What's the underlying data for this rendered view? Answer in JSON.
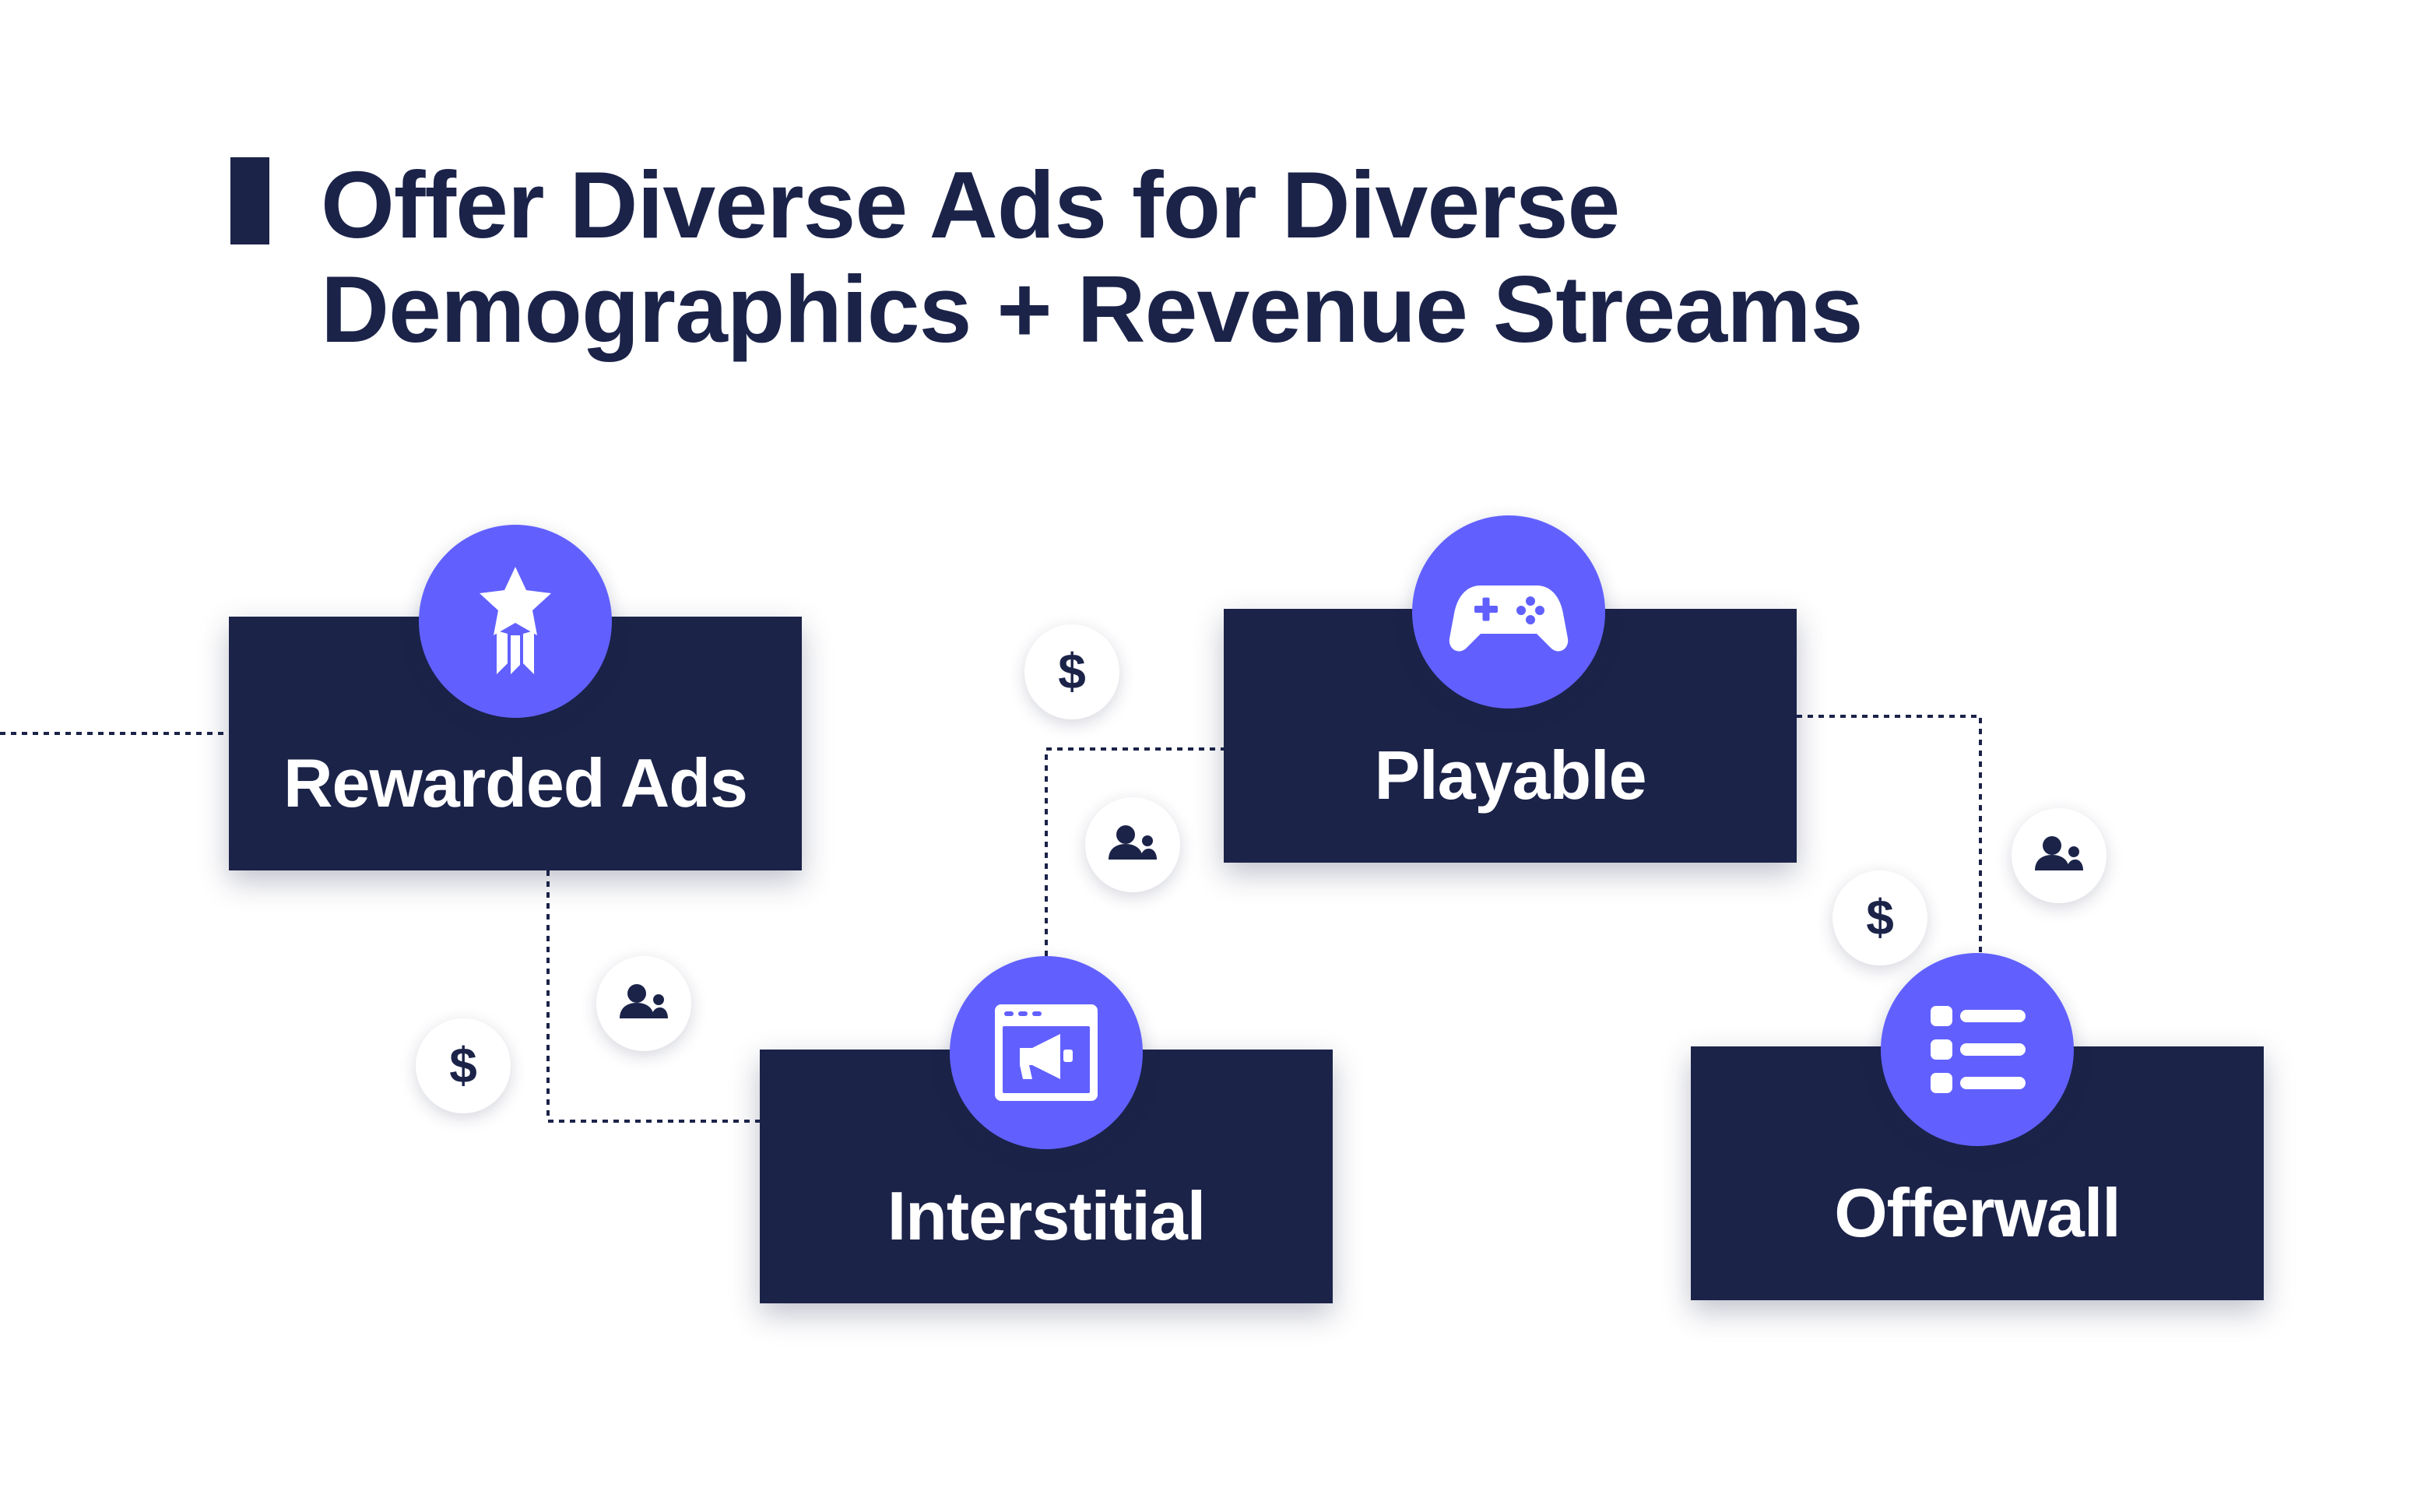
{
  "title": {
    "line1": "Offer Diverse Ads for Diverse",
    "line2": "Demographics + Revenue Streams"
  },
  "colors": {
    "navy": "#1b2349",
    "accent": "#6160ff",
    "white": "#ffffff"
  },
  "cards": {
    "rewarded": {
      "label": "Rewarded Ads",
      "icon": "star-ribbon-icon"
    },
    "playable": {
      "label": "Playable",
      "icon": "gamepad-icon"
    },
    "interstitial": {
      "label": "Interstitial",
      "icon": "browser-megaphone-icon"
    },
    "offerwall": {
      "label": "Offerwall",
      "icon": "list-icon"
    }
  },
  "chips": {
    "dollar_symbol": "$",
    "icons": [
      "dollar-icon",
      "users-icon"
    ]
  }
}
